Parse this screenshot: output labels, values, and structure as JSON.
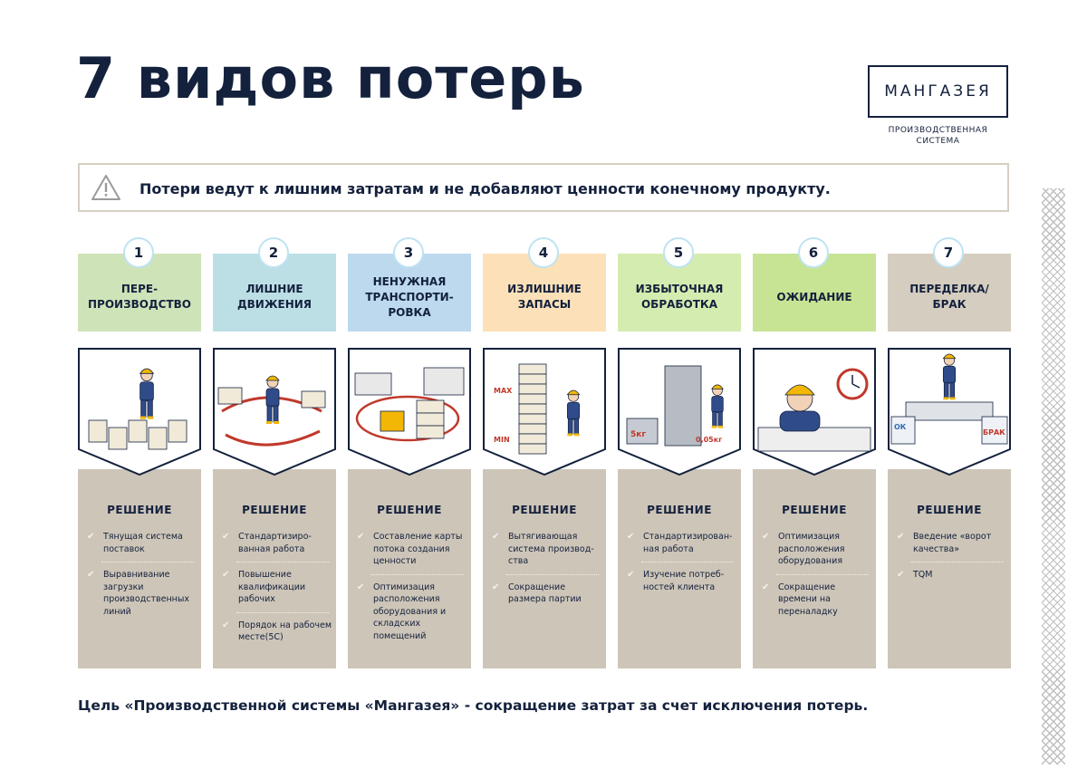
{
  "title": "7 видов потерь",
  "logo": {
    "name": "МАНГАЗЕЯ",
    "subtitle_line1": "ПРОИЗВОДСТВЕННАЯ",
    "subtitle_line2": "СИСТЕМА"
  },
  "banner": {
    "icon": "warning-triangle-icon",
    "text": "Потери ведут к лишним затратам и не добавляют ценности конечному продукту."
  },
  "solution_title": "РЕШЕНИЕ",
  "wastes": [
    {
      "number": "1",
      "title": "ПЕРЕ-\nПРОИЗВОДСТВО",
      "color": "#cfe3b9",
      "picture": "overproduction-illustration",
      "solutions": [
        "Тянущая система поставок",
        "Выравнивание загрузки производственных линий"
      ]
    },
    {
      "number": "2",
      "title": "ЛИШНИЕ\nДВИЖЕНИЯ",
      "color": "#bcdfe6",
      "picture": "extra-motion-illustration",
      "solutions": [
        "Стандартизиро-ванная работа",
        "Повышение квалификации рабочих",
        "Порядок на рабочем месте(5С)"
      ]
    },
    {
      "number": "3",
      "title": "НЕНУЖНАЯ\nТРАНСПОРТИ-\nРОВКА",
      "color": "#bcd9ee",
      "picture": "transportation-illustration",
      "solutions": [
        "Составление карты потока создания ценности",
        "Оптимизация расположения оборудования и складских помещений"
      ]
    },
    {
      "number": "4",
      "title": "ИЗЛИШНИЕ\nЗАПАСЫ",
      "color": "#fbe0b8",
      "picture": "inventory-illustration",
      "solutions": [
        "Вытягивающая система производ-ства",
        "Сокращение размера партии"
      ]
    },
    {
      "number": "5",
      "title": "ИЗБЫТОЧНАЯ\nОБРАБОТКА",
      "color": "#d5ecb0",
      "picture": "overprocessing-illustration",
      "solutions": [
        "Стандартизирован-ная работа",
        "Изучение потреб-ностей клиента"
      ]
    },
    {
      "number": "6",
      "title": "ОЖИДАНИЕ",
      "color": "#c7e494",
      "picture": "waiting-illustration",
      "solutions": [
        "Оптимизация расположения оборудования",
        "Сокращение времени на переналадку"
      ]
    },
    {
      "number": "7",
      "title": "ПЕРЕДЕЛКА/\nБРАК",
      "color": "#d5cdbf",
      "picture": "defects-illustration",
      "solutions": [
        "Введение «ворот качества»",
        "TQM"
      ]
    }
  ],
  "illustration_labels": {
    "max": "MAX",
    "min": "MIN",
    "weight_big": "5кг",
    "weight_small": "0,05кг",
    "ok": "ОК",
    "defect": "БРАК"
  },
  "footer": "Цель «Производственной системы «Мангазея» - сокращение затрат за счет исключения потерь."
}
